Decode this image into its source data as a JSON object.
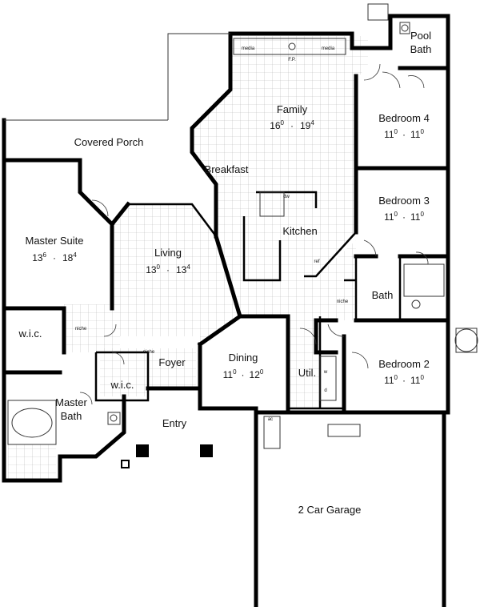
{
  "rooms": {
    "pool_bath": {
      "name": "Pool",
      "name2": "Bath"
    },
    "bedroom_4": {
      "name": "Bedroom 4",
      "dim_a": "11",
      "sup_a": "0",
      "dim_b": "11",
      "sup_b": "0"
    },
    "family": {
      "name": "Family",
      "dim_a": "16",
      "sup_a": "0",
      "dim_b": "19",
      "sup_b": "4"
    },
    "covered_porch": {
      "name": "Covered Porch"
    },
    "breakfast": {
      "name": "Breakfast"
    },
    "bedroom_3": {
      "name": "Bedroom 3",
      "dim_a": "11",
      "sup_a": "0",
      "dim_b": "11",
      "sup_b": "0"
    },
    "kitchen": {
      "name": "Kitchen"
    },
    "master_suite": {
      "name": "Master Suite",
      "dim_a": "13",
      "sup_a": "6",
      "dim_b": "18",
      "sup_b": "4"
    },
    "living": {
      "name": "Living",
      "dim_a": "13",
      "sup_a": "0",
      "dim_b": "13",
      "sup_b": "4"
    },
    "bath": {
      "name": "Bath"
    },
    "wic_master": {
      "name": "w.i.c."
    },
    "wic_bath": {
      "name": "w.i.c."
    },
    "dining": {
      "name": "Dining",
      "dim_a": "11",
      "sup_a": "0",
      "dim_b": "12",
      "sup_b": "0"
    },
    "foyer": {
      "name": "Foyer"
    },
    "utility": {
      "name": "Util."
    },
    "bedroom_2": {
      "name": "Bedroom 2",
      "dim_a": "11",
      "sup_a": "0",
      "dim_b": "11",
      "sup_b": "0"
    },
    "master_bath": {
      "name": "Master",
      "name2": "Bath"
    },
    "entry": {
      "name": "Entry"
    },
    "garage": {
      "name": "2 Car Garage"
    }
  },
  "fixtures": {
    "media_left": "media",
    "media_right": "media",
    "fireplace": "F.P.",
    "dishwasher": "dw",
    "refrigerator": "ref",
    "niche_hall": "niche",
    "niche_master": "niche",
    "niche_foyer": "niche",
    "washer": "w",
    "dryer": "d",
    "ac": "ac"
  },
  "separator": "·"
}
